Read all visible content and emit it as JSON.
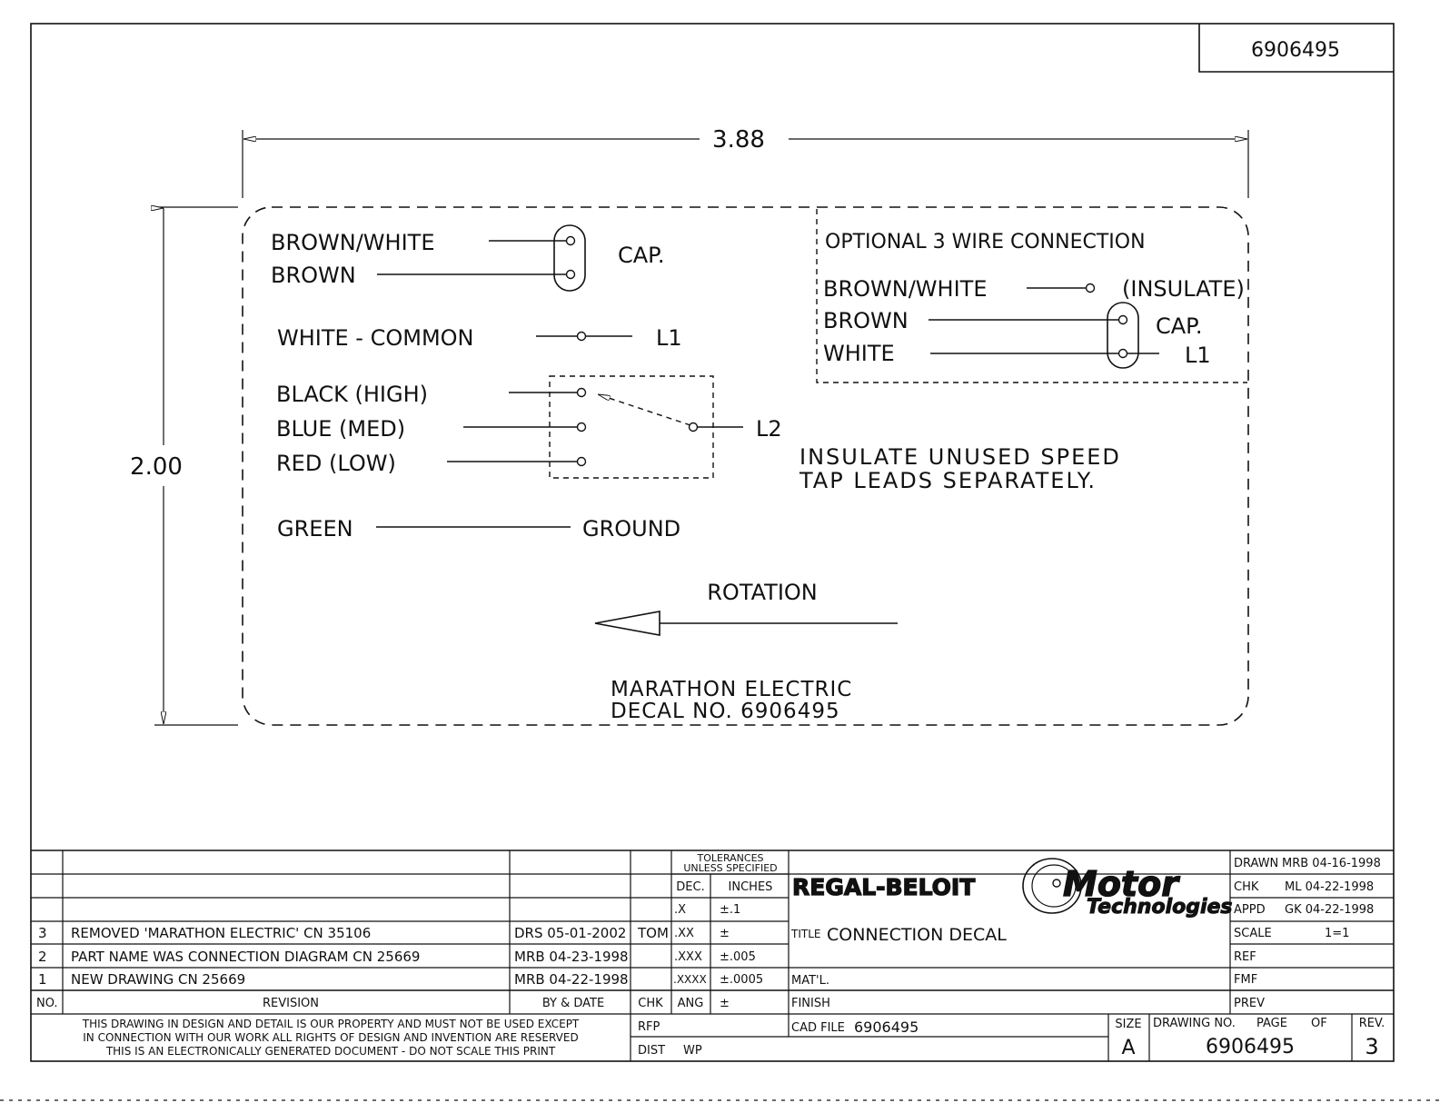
{
  "sheet": {
    "drawing_number_box": "6906495"
  },
  "dimensions": {
    "width": "3.88",
    "height": "2.00"
  },
  "decal": {
    "cap_left": {
      "lead1": "BROWN/WHITE",
      "lead2": "BROWN",
      "label": "CAP."
    },
    "common": {
      "label": "WHITE - COMMON",
      "line": "L1"
    },
    "speeds": {
      "high": "BLACK (HIGH)",
      "med": "BLUE (MED)",
      "low": "RED (LOW)",
      "line": "L2"
    },
    "ground": {
      "lead": "GREEN",
      "label": "GROUND"
    },
    "optional": {
      "title": "OPTIONAL 3 WIRE CONNECTION",
      "lead1": "BROWN/WHITE",
      "lead1_note": "(INSULATE)",
      "lead2": "BROWN",
      "lead3": "WHITE",
      "cap": "CAP.",
      "line": "L1"
    },
    "note_line1": "INSULATE UNUSED SPEED",
    "note_line2": "TAP LEADS SEPARATELY.",
    "rotation": "ROTATION",
    "maker": "MARATHON ELECTRIC",
    "decal_no": "DECAL NO. 6906495"
  },
  "revisions": {
    "headers": {
      "no": "NO.",
      "revision": "REVISION",
      "by_date": "BY & DATE",
      "chk": "CHK"
    },
    "rows": [
      {
        "no": "3",
        "text": "REMOVED 'MARATHON ELECTRIC'   CN 35106",
        "by": "DRS  05-01-2002",
        "chk": "TOM"
      },
      {
        "no": "2",
        "text": "PART NAME WAS CONNECTION DIAGRAM    CN 25669",
        "by": "MRB  04-23-1998",
        "chk": ""
      },
      {
        "no": "1",
        "text": "NEW DRAWING    CN 25669",
        "by": "MRB  04-22-1998",
        "chk": ""
      }
    ]
  },
  "notice": [
    "THIS DRAWING IN DESIGN AND DETAIL IS OUR PROPERTY AND MUST NOT BE USED EXCEPT",
    "IN CONNECTION WITH OUR WORK ALL RIGHTS OF DESIGN AND INVENTION ARE RESERVED",
    "THIS IS AN ELECTRONICALLY GENERATED DOCUMENT - DO NOT SCALE THIS PRINT"
  ],
  "tolerances": {
    "title1": "TOLERANCES",
    "title2": "UNLESS SPECIFIED",
    "dec": "DEC.",
    "inches": "INCHES",
    "rows": [
      {
        "dec": ".X",
        "tol": "±.1"
      },
      {
        "dec": ".XX",
        "tol": "±"
      },
      {
        "dec": ".XXX",
        "tol": "±.005"
      },
      {
        "dec": ".XXXX",
        "tol": "±.0005"
      },
      {
        "dec": "ANG",
        "tol": "±"
      }
    ],
    "rfp": "RFP",
    "dist": "DIST",
    "dist_value": "WP"
  },
  "company": {
    "left": "REGAL-BELOIT",
    "motor": "Motor",
    "tech": "Technologies"
  },
  "title_block": {
    "title_label": "TITLE",
    "title": "CONNECTION  DECAL",
    "matl": "MAT'L.",
    "finish": "FINISH",
    "cad_label": "CAD FILE",
    "cad_value": "6906495",
    "size_label": "SIZE",
    "size": "A",
    "drawing_label": "DRAWING NO.",
    "page_label": "PAGE",
    "of_label": "OF",
    "drawing_number": "6906495",
    "rev_label": "REV.",
    "rev": "3"
  },
  "approvals": [
    {
      "label": "DRAWN",
      "value": "MRB 04-16-1998"
    },
    {
      "label": "CHK",
      "value": "ML 04-22-1998"
    },
    {
      "label": "APPD",
      "value": "GK 04-22-1998"
    },
    {
      "label": "SCALE",
      "value": "1=1"
    },
    {
      "label": "REF",
      "value": ""
    },
    {
      "label": "FMF",
      "value": ""
    },
    {
      "label": "PREV",
      "value": ""
    }
  ]
}
